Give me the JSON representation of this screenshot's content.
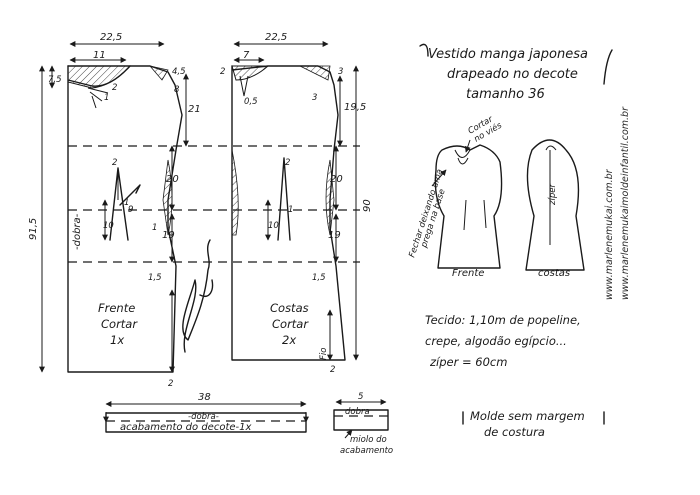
{
  "title": {
    "line1": "Vestido manga japonesa",
    "line2": "drapeado no decote",
    "line3": "tamanho 36"
  },
  "website": {
    "line1": "www.marlenemukai.com.br",
    "line2": "www.marlenemukaimoldeinfantil.com.br"
  },
  "front_piece": {
    "width": "22,5",
    "shoulder": "11",
    "neck_depth": "7,5",
    "armhole_off": "4,5",
    "side_off": "8",
    "armhole_depth": "21",
    "dart_top": "2",
    "dart_width": "10",
    "dart_side": "9",
    "waist_to_hip": "20",
    "hip_to_low": "19",
    "hem_flare": "1,5",
    "hem_bottom": "2",
    "side_in": "1",
    "fold_label": "-dobra-",
    "name": "Frente",
    "cut": "Cortar",
    "qty": "1x",
    "total_length": "91,5",
    "neck_mark_a": "2",
    "neck_mark_b": "1",
    "dart_mark": "1"
  },
  "back_piece": {
    "width": "22,5",
    "shoulder": "7",
    "neck_left": "2",
    "neck_right": "3",
    "neck_dart": "0,5",
    "armhole_off": "3",
    "armhole_depth": "19,5",
    "dart_top": "2",
    "dart_width": "10",
    "dart_side": "1",
    "waist_to_hip": "20",
    "hip_to_low": "19",
    "hem_flare": "1,5",
    "hem_bottom": "2",
    "grain": "Fio",
    "name": "Costas",
    "cut": "Cortar",
    "qty": "2x",
    "total_length": "90"
  },
  "facing": {
    "length": "38",
    "fold": "-dobra-",
    "label": "acabamento do decote-1x"
  },
  "small_facing": {
    "width": "5",
    "fold": "dobra",
    "note_line1": "miolo do",
    "note_line2": "acabamento"
  },
  "sketch": {
    "note1_line1": "Cortar",
    "note1_line2": "no viés",
    "note2_line1": "Fechar deixando uma",
    "note2_line2": "prega na base",
    "zipper": "zíper",
    "front": "Frente",
    "back": "costas"
  },
  "materials": {
    "fabric": "Tecido: 1,10m de popeline,",
    "fabric2": "crepe, algodão egípcio...",
    "zipper": "zíper = 60cm"
  },
  "note": {
    "line1": "Molde sem margem",
    "line2": "de costura"
  }
}
